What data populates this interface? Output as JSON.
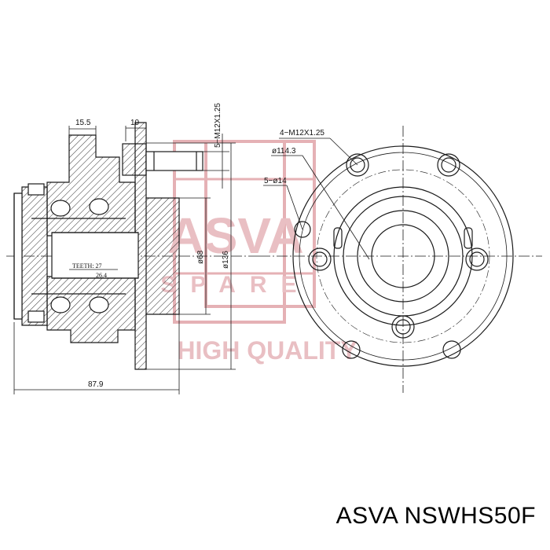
{
  "product": {
    "brand": "ASVA",
    "part_number": "NSWHS50F"
  },
  "watermark": {
    "logo_text": "ASVA",
    "sub_text": "SPARE",
    "slogan": "HIGH QUALITY",
    "color": "#e3a9ae"
  },
  "dimensions": {
    "flange_width": "15.5",
    "stud_offset": "10",
    "stud_thread": "5−M12X1.25",
    "bore_diameter": "ø68",
    "flange_diameter": "ø136",
    "overall_length": "87.9",
    "teeth_label": "TEETH: 27",
    "teeth_value": "26.4",
    "bolt_holes_thread": "4−M12X1.25",
    "pcd": "ø114.3",
    "small_holes": "5−ø14"
  },
  "colors": {
    "line": "#1a1a1a",
    "hatch": "#2a2a2a",
    "background": "#ffffff"
  }
}
